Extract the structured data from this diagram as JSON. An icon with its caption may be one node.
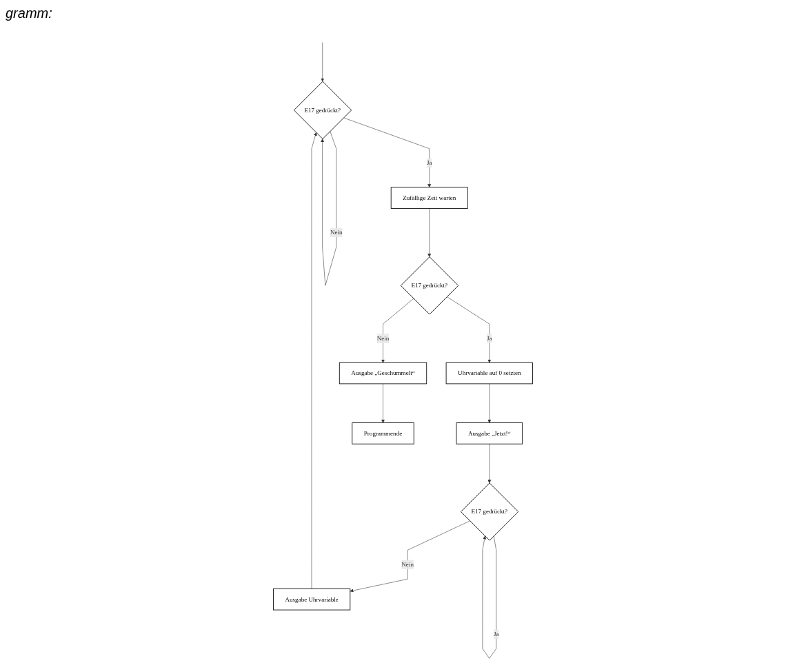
{
  "diagram": {
    "title": "gramm:",
    "nodes": [
      {
        "text": [
          "E17 gedrückt?"
        ]
      },
      {
        "text": [
          "Zufällige Zeit warten"
        ]
      },
      {
        "text": [
          "E17 gedrückt?"
        ]
      },
      {
        "text": [
          "Uhrvariable auf 0 setzten"
        ]
      },
      {
        "text": [
          "Ausgabe „Jetzt!“"
        ]
      },
      {
        "text": [
          "E17 gedrückt?"
        ]
      },
      {
        "text": [
          "Ausgabe „Geschummelt“"
        ]
      },
      {
        "text": [
          "Programmende"
        ]
      },
      {
        "text": [
          "Ausgabe Uhrvariable"
        ]
      }
    ],
    "edges": [
      {
        "from": null,
        "to": 0,
        "arrow": "to"
      },
      {
        "from": 0,
        "to": 1,
        "arrow": "to",
        "label": "Ja"
      },
      {
        "from": 0,
        "to": 0,
        "arrow": "to",
        "label": "Nein"
      },
      {
        "from": 1,
        "to": 2,
        "arrow": "to"
      },
      {
        "from": 2,
        "to": 3,
        "arrow": "to",
        "label": "Ja"
      },
      {
        "from": 2,
        "to": 6,
        "arrow": "to",
        "label": "Nein"
      },
      {
        "from": 3,
        "to": 4,
        "arrow": "to"
      },
      {
        "from": 4,
        "to": 5,
        "arrow": "to"
      },
      {
        "from": 5,
        "to": 5,
        "arrow": "to",
        "label": "Ja"
      },
      {
        "from": 5,
        "to": 8,
        "arrow": "to",
        "label": "Nein"
      },
      {
        "from": 6,
        "to": 7,
        "arrow": "to"
      },
      {
        "from": 8,
        "to": 0,
        "arrow": "to"
      }
    ]
  }
}
